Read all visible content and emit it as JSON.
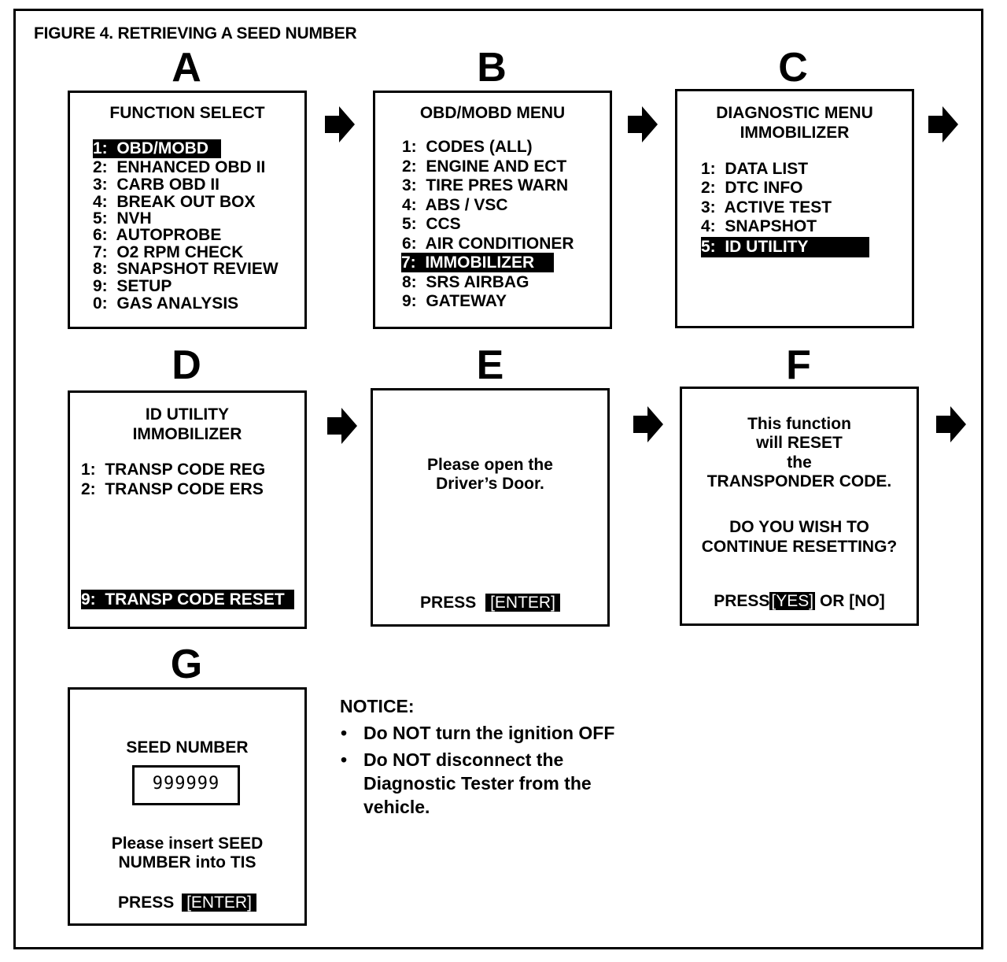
{
  "figure_title": "FIGURE 4.  RETRIEVING A SEED NUMBER",
  "panels": {
    "a": {
      "letter": "A",
      "title": "FUNCTION SELECT",
      "items": [
        "1:  OBD/MOBD",
        "2:  ENHANCED OBD II",
        "3:  CARB OBD II",
        "4:  BREAK OUT BOX",
        "5:  NVH",
        "6:  AUTOPROBE",
        "7:  O2 RPM CHECK",
        "8:  SNAPSHOT REVIEW",
        "9:  SETUP",
        "0:  GAS ANALYSIS"
      ],
      "selected": "1:  OBD/MOBD"
    },
    "b": {
      "letter": "B",
      "title": "OBD/MOBD MENU",
      "items": [
        "1:  CODES (ALL)",
        "2:  ENGINE AND ECT",
        "3:  TIRE PRES WARN",
        "4:  ABS / VSC",
        "5:  CCS",
        "6:  AIR CONDITIONER",
        "7:  IMMOBILIZER",
        "8:  SRS AIRBAG",
        "9:  GATEWAY"
      ],
      "selected": "7:  IMMOBILIZER"
    },
    "c": {
      "letter": "C",
      "title_line1": "DIAGNOSTIC MENU",
      "title_line2": "IMMOBILIZER",
      "items": [
        "1:  DATA LIST",
        "2:  DTC INFO",
        "3:  ACTIVE TEST",
        "4:  SNAPSHOT",
        "5:  ID UTILITY"
      ],
      "selected": "5:  ID UTILITY"
    },
    "d": {
      "letter": "D",
      "title_line1": "ID UTILITY",
      "title_line2": "IMMOBILIZER",
      "items": [
        "1:  TRANSP CODE REG",
        "2:  TRANSP CODE ERS"
      ],
      "selected": "9:  TRANSP CODE RESET"
    },
    "e": {
      "letter": "E",
      "line1": "Please open the",
      "line2": "Driver’s Door.",
      "press": "PRESS",
      "key": "[ENTER]"
    },
    "f": {
      "letter": "F",
      "line1": "This function",
      "line2": "will RESET",
      "line3": "the",
      "line4": "TRANSPONDER CODE.",
      "q1": "DO YOU WISH TO",
      "q2": "CONTINUE RESETTING?",
      "press": "PRESS",
      "yes": "[YES]",
      "or_no": "OR [NO]"
    },
    "g": {
      "letter": "G",
      "title": "SEED NUMBER",
      "seed": "999999",
      "line1": "Please insert SEED",
      "line2": "NUMBER into TIS",
      "press": "PRESS",
      "key": "[ENTER]"
    }
  },
  "notice": {
    "title": "NOTICE:",
    "bullet": "•",
    "b1": "Do NOT turn the ignition OFF",
    "b2_l1": "Do NOT disconnect the",
    "b2_l2": "Diagnostic Tester from the",
    "b2_l3": "vehicle."
  }
}
